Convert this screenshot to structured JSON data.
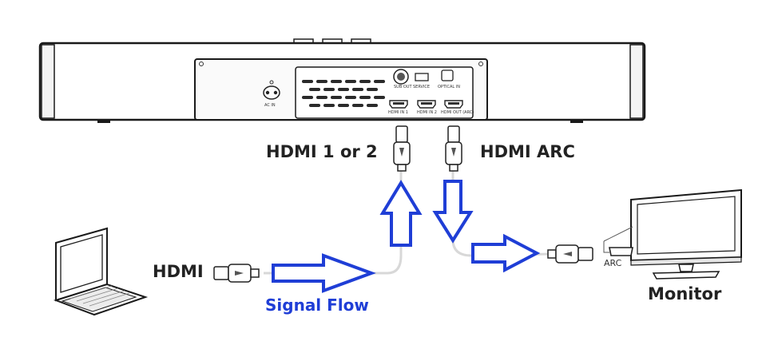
{
  "soundbar": {
    "ports": {
      "ac_in": "AC IN",
      "sub_out": "SUB OUT",
      "service": "SERVICE",
      "optical_in": "OPTICAL IN",
      "hdmi_in_1": "HDMI IN 1",
      "hdmi_in_2": "HDMI IN 2",
      "hdmi_out_arc": "HDMI OUT (ARC)"
    }
  },
  "labels": {
    "hdmi_1_or_2": "HDMI 1 or 2",
    "hdmi_arc": "HDMI ARC",
    "laptop_hdmi": "HDMI",
    "signal_flow": "Signal Flow",
    "monitor": "Monitor",
    "monitor_port": "ARC"
  },
  "colors": {
    "arrow_stroke": "#1f3ed6",
    "signal_flow_text": "#1f3ed6",
    "line_art": "#1a1a1a",
    "cable": "#d8d8d8"
  }
}
